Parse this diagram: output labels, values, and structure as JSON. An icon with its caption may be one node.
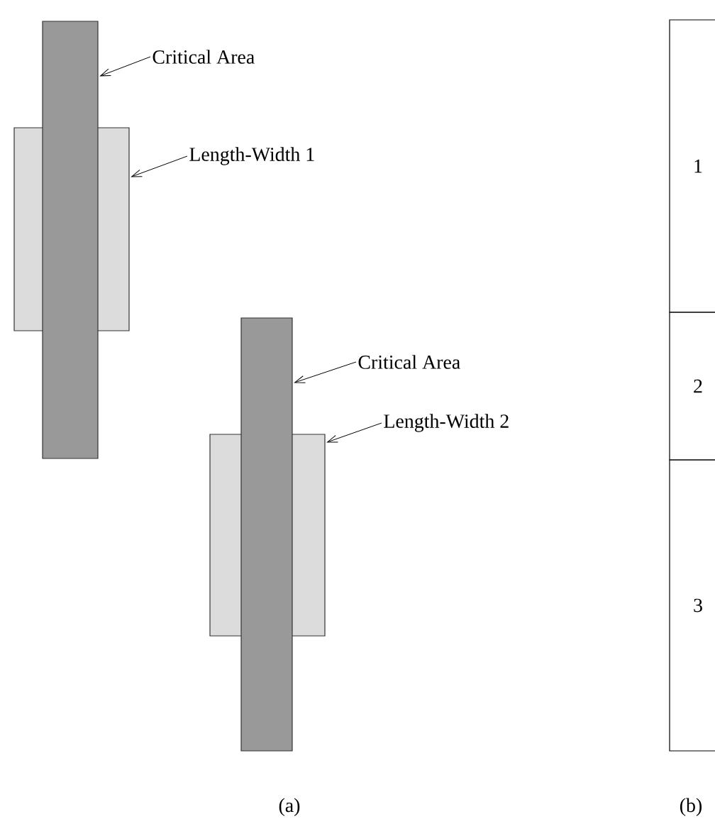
{
  "diagram": {
    "nodes": [
      {
        "text": [],
        "shape": "box"
      },
      {
        "text": [],
        "shape": "bar"
      },
      {
        "text": [
          "Critical Area"
        ]
      },
      {
        "text": [
          "Length-Width 1"
        ]
      },
      {
        "text": [],
        "shape": "box"
      },
      {
        "text": [],
        "shape": "bar"
      },
      {
        "text": [
          "Critical Area"
        ]
      },
      {
        "text": [
          "Length-Width 2"
        ]
      },
      {
        "text": [
          "1"
        ]
      },
      {
        "text": [
          "2"
        ]
      },
      {
        "text": [
          "3"
        ]
      }
    ],
    "edges": [
      {
        "from": 2,
        "to": 1,
        "arrow": "to"
      },
      {
        "from": 3,
        "to": 0,
        "arrow": "to"
      },
      {
        "from": 6,
        "to": 5,
        "arrow": "to"
      },
      {
        "from": 7,
        "to": 4,
        "arrow": "to"
      }
    ],
    "labels": [
      "(a)",
      "(b)"
    ]
  }
}
